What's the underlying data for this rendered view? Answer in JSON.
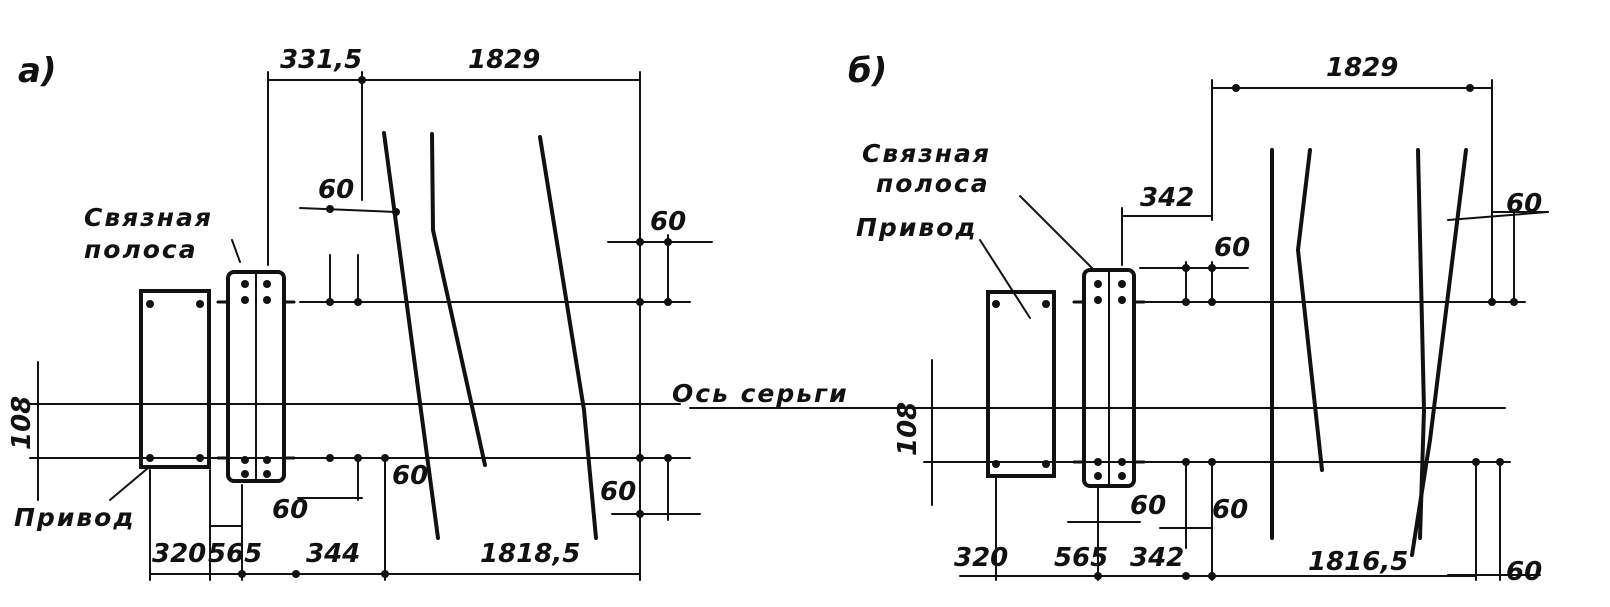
{
  "panels": {
    "a": {
      "label": "а)",
      "dims": {
        "d331": "331,5",
        "d1829": "1829",
        "d60_left": "60",
        "d60_right_top": "60",
        "d108": "108",
        "d60_bottom_mid": "60",
        "d60_slant": "60",
        "d60_right_bottom": "60",
        "d320": "320",
        "d565": "565",
        "d344": "344",
        "d1818": "1818,5"
      },
      "labels": {
        "link_line1": "Связная",
        "link_line2": "полоса",
        "drive": "Привод"
      }
    },
    "b": {
      "label": "б)",
      "dims": {
        "d1829": "1829",
        "d342_top": "342",
        "d60_top": "60",
        "d60_right_top": "60",
        "d108": "108",
        "d60_bottom_a": "60",
        "d60_bottom_b": "60",
        "d320": "320",
        "d565": "565",
        "d342": "342",
        "d1816": "1816,5",
        "d60_right_bottom": "60"
      },
      "labels": {
        "link_line1": "Связная",
        "link_line2": "полоса",
        "drive": "Привод"
      }
    },
    "center": {
      "axis_label": "Ось серьги"
    }
  }
}
